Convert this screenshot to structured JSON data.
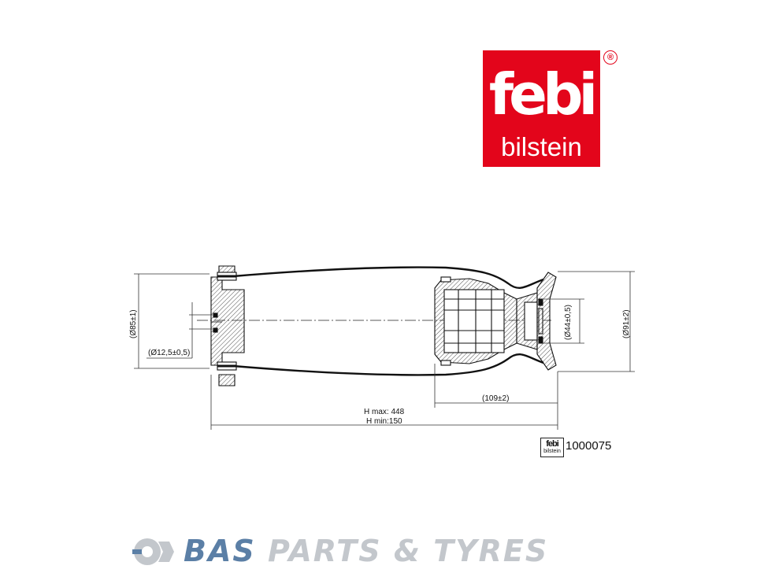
{
  "logo": {
    "brand_top": "febi",
    "brand_bottom": "bilstein",
    "registered": "®"
  },
  "dimensions": {
    "d85": "(Ø85±1)",
    "d12_5": "(Ø12,5±0,5)",
    "d44": "(Ø44±0,5)",
    "d91": "(Ø91±2)",
    "l109": "(109±2)",
    "hmax": "H max: 448",
    "hmin": "H min:150"
  },
  "part_label": {
    "small_brand_top": "febi",
    "small_brand_bottom": "bilstein",
    "number": "1000075"
  },
  "footer": {
    "bas": "BAS",
    "rest": "PARTS & TYRES"
  },
  "colors": {
    "brand_red": "#e3051b",
    "bas_blue": "#5b7fa6",
    "footer_gray": "#c3c7cc"
  }
}
